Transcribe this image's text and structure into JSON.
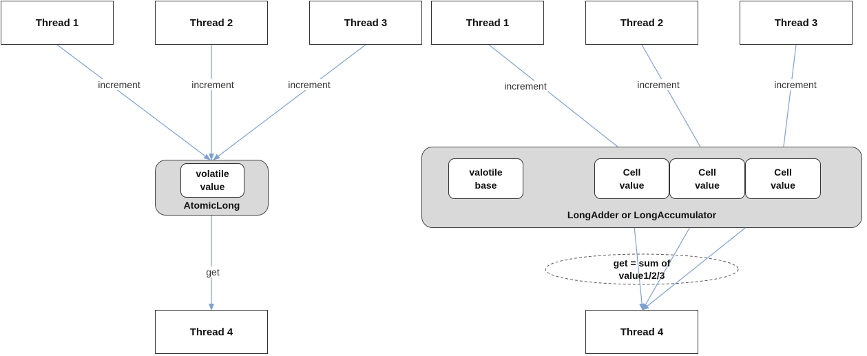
{
  "colors": {
    "arrow": "#7ea1cf",
    "container_fill": "#d9d9d9",
    "box_border": "#333333"
  },
  "left": {
    "threads": [
      "Thread 1",
      "Thread 2",
      "Thread 3"
    ],
    "edge_label": "increment",
    "volatile": {
      "line1": "volatile",
      "line2": "value"
    },
    "container_label": "AtomicLong",
    "get_label": "get",
    "reader": "Thread 4"
  },
  "right": {
    "threads": [
      "Thread 1",
      "Thread 2",
      "Thread 3"
    ],
    "edge_label": "increment",
    "base": {
      "line1": "valotile",
      "line2": "base"
    },
    "cells": [
      {
        "line1": "Cell",
        "line2": "value"
      },
      {
        "line1": "Cell",
        "line2": "value"
      },
      {
        "line1": "Cell",
        "line2": "value"
      }
    ],
    "container_label": "LongAdder or LongAccumulator",
    "sum": {
      "line1": "get = sum of",
      "line2": "value1/2/3"
    },
    "reader": "Thread 4"
  }
}
